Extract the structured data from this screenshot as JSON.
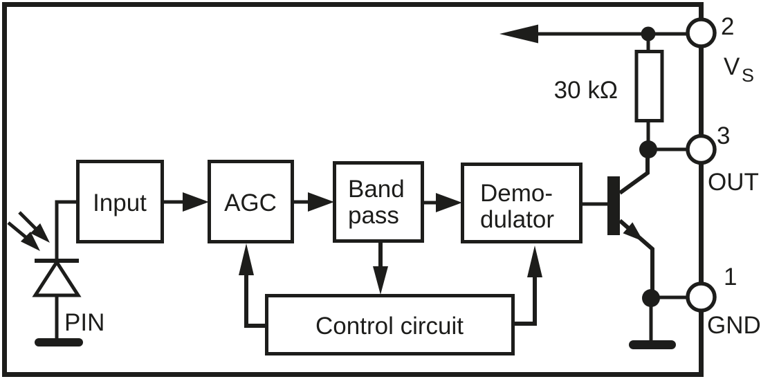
{
  "colors": {
    "ink": "#1d1d1b",
    "paper": "#ffffff"
  },
  "blocks": {
    "input": {
      "label": "Input"
    },
    "agc": {
      "label": "AGC"
    },
    "band_pass": {
      "line1": "Band",
      "line2": "pass"
    },
    "demodulator": {
      "line1": "Demo-",
      "line2": "dulator"
    },
    "control_circuit": {
      "label": "Control circuit"
    }
  },
  "components": {
    "photodiode": {
      "label": "PIN"
    },
    "resistor": {
      "label": "30 kΩ"
    }
  },
  "pins": {
    "vs": {
      "number": "2",
      "name": "V",
      "name_subscript": "S"
    },
    "out": {
      "number": "3",
      "name": "OUT"
    },
    "gnd": {
      "number": "1",
      "name": "GND"
    }
  }
}
